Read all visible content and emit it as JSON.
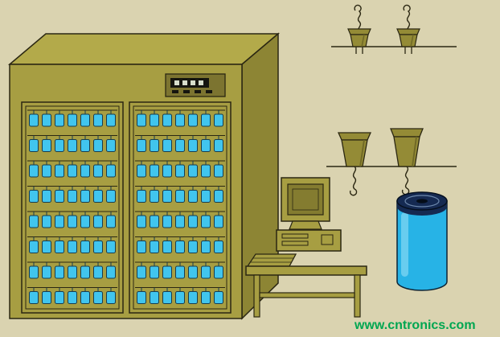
{
  "watermark": {
    "text": "www.cntronics.com",
    "color": "#00a651"
  },
  "colors": {
    "background": "#dad3b0",
    "outline": "#2b2712",
    "cabinet_front": "#a79e42",
    "cabinet_top": "#b3aa4a",
    "cabinet_side": "#8d8534",
    "panel_body": "#7c7430",
    "panel_display": "#15150f",
    "panel_segment": "#d8decc",
    "capacitor_fill": "#41c5ee",
    "capacitor_stroke": "#173c4e",
    "small_cap_fill": "#948b36",
    "small_cap_shade": "#6e6726",
    "equipment_fill": "#a79e42",
    "screen_fill": "#847c30",
    "big_cap_body": "#27b3e6",
    "big_cap_top": "#152a52",
    "big_cap_highlight": "#9fe2f6",
    "watermark_color": "#00a651"
  },
  "cabinet": {
    "doors": 2,
    "rows_per_door": 8,
    "capacitors_per_row": 7
  },
  "panel": {
    "digit_segments": 4,
    "buttons": 4
  }
}
